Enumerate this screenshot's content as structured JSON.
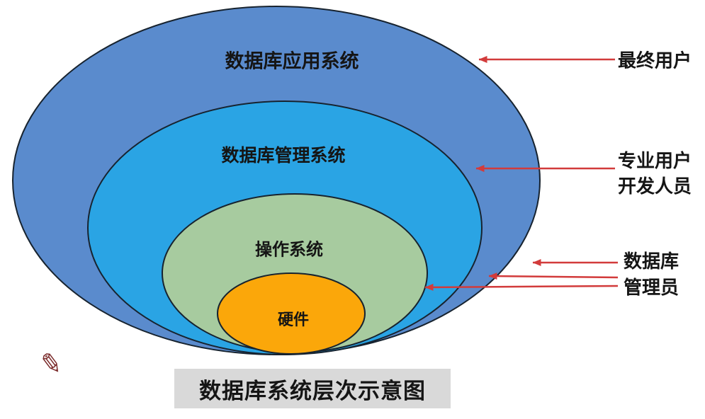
{
  "diagram": {
    "caption": "数据库系统层次示意图",
    "doodle_glyph": "✎",
    "layers": [
      {
        "name": "application-system",
        "label": "数据库应用系统",
        "fill": "#5a8bcd"
      },
      {
        "name": "dbms",
        "label": "数据库管理系统",
        "fill": "#2aa4e4"
      },
      {
        "name": "operating-system",
        "label": "操作系统",
        "fill": "#a7cb9f"
      },
      {
        "name": "hardware",
        "label": "硬件",
        "fill": "#fba70a"
      }
    ],
    "annotations": [
      {
        "name": "end-user",
        "lines": [
          "最终用户"
        ]
      },
      {
        "name": "professional-user-developer",
        "lines": [
          "专业用户",
          "开发人员"
        ]
      },
      {
        "name": "database-administrator",
        "lines": [
          "数据库",
          "管理员"
        ]
      }
    ],
    "colors": {
      "arrow": "#d23b3b",
      "ellipse_stroke": "#17232f",
      "caption_background": "#d9d9d9",
      "text": "#151515",
      "doodle": "#7b2b2b"
    }
  }
}
